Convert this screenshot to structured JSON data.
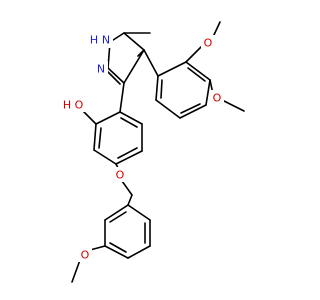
{
  "atom_labels": {
    "nh": "H",
    "n_pyrazole_1": "N",
    "n_pyrazole_2": "N",
    "oh_h": "H",
    "oh_o": "O",
    "o_ether": "O",
    "o_methoxy_top": "O",
    "o_methoxy_right": "O",
    "o_methoxy_bottom": "O"
  },
  "colors": {
    "bond": "#000000",
    "nitrogen": "#1f1fd6",
    "oxygen": "#d40000",
    "background": "#ffffff"
  }
}
